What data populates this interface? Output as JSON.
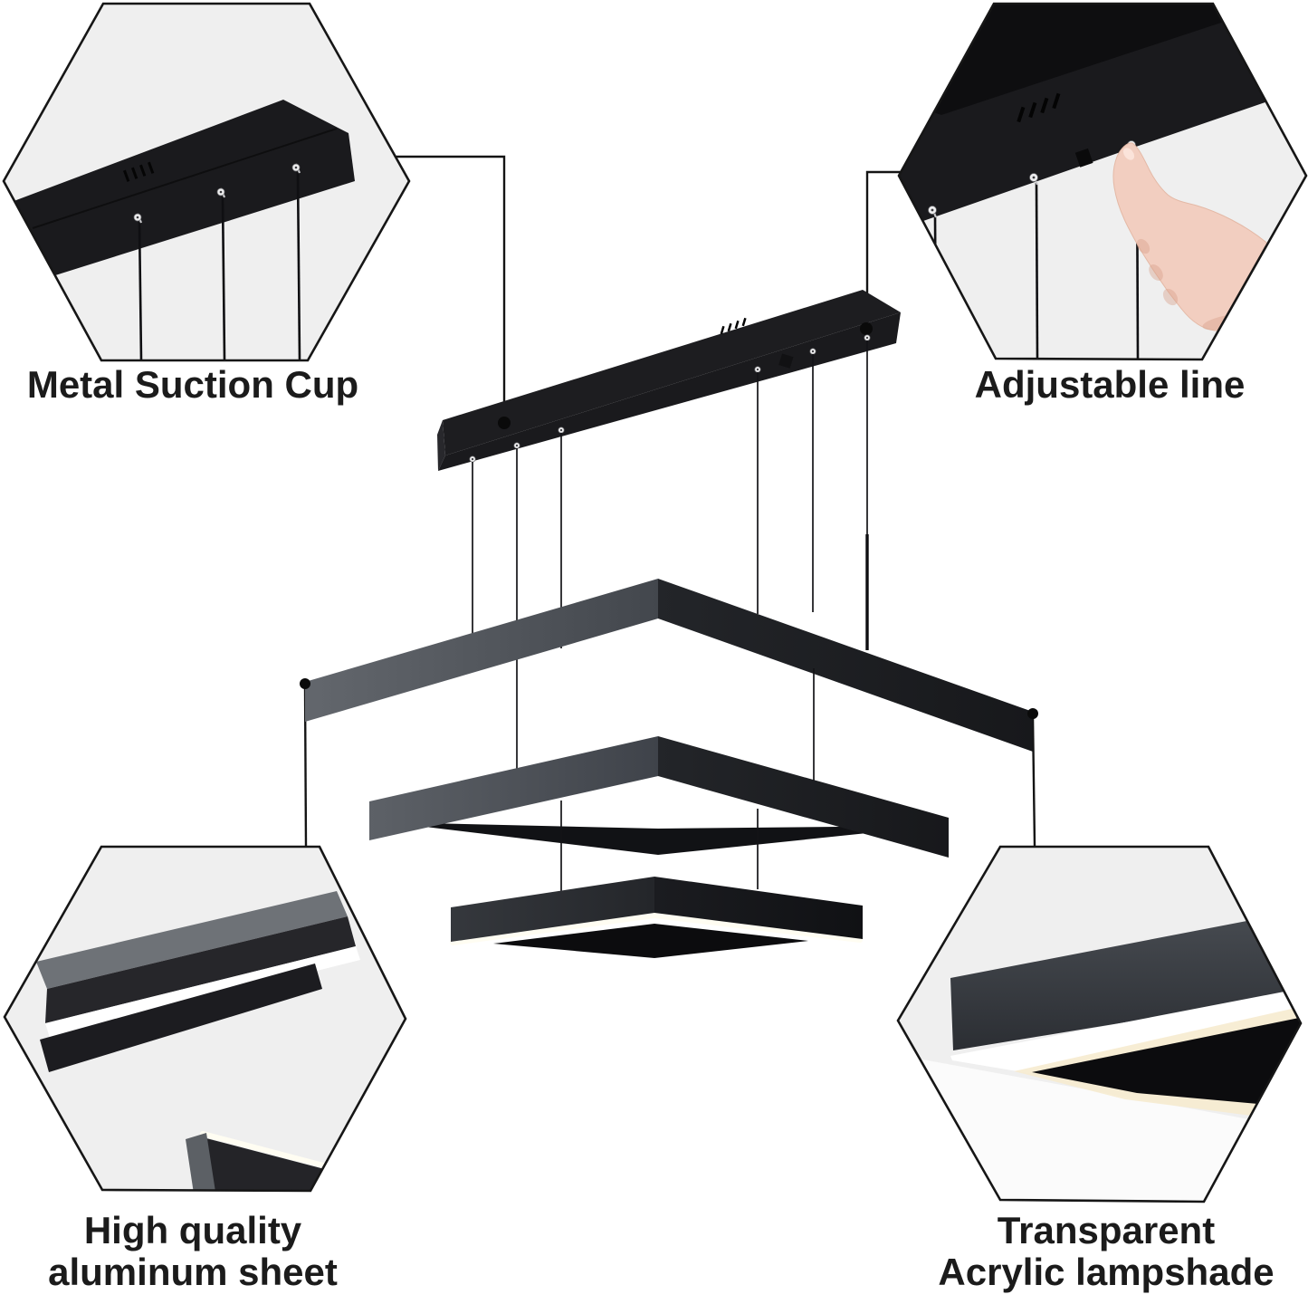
{
  "figure": {
    "subject": "Three-tier square LED pendant light feature diagram"
  },
  "callouts": [
    {
      "id": "metal-suction-cup",
      "lines": [
        "Metal Suction Cup"
      ]
    },
    {
      "id": "adjustable-line",
      "lines": [
        "Adjustable line"
      ]
    },
    {
      "id": "high-quality-aluminum-sheet",
      "lines": [
        "High quality",
        "aluminum sheet"
      ]
    },
    {
      "id": "transparent-acrylic-lampshade",
      "lines": [
        "Transparent",
        "Acrylic lampshade"
      ]
    }
  ],
  "colors": {
    "background": "#ffffff",
    "hexagon_fill": "#efefef",
    "outline": "#161616",
    "lamp_black": "#1a1a1d",
    "deep_black": "#0c0c0e",
    "aluminum_gray": "#53575d",
    "led_glow": "#fffdf2",
    "skin": "#f2cec0",
    "text": "#1b1b1b"
  },
  "icons": {
    "leader_dot": "filled-circle",
    "wire_adjuster_pin": "T-pin",
    "vent_slots": "small-dark-slots"
  }
}
